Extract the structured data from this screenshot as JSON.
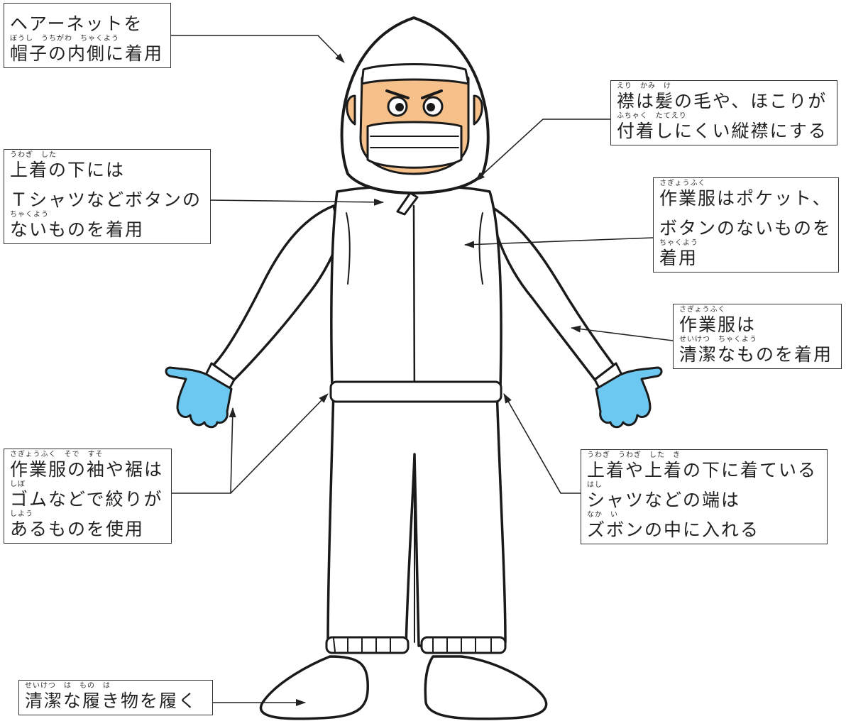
{
  "annotations": {
    "hairnet": {
      "lines": [
        {
          "ruby": "",
          "text": "ヘアーネットを"
        },
        {
          "ruby": "ぼうし　うちがわ　ちゃくよう",
          "text": "帽子の内側に着用"
        }
      ]
    },
    "collar": {
      "lines": [
        {
          "ruby": "えり　かみ　け",
          "text": "襟は髪の毛や、ほこりが"
        },
        {
          "ruby": "ふちゃく　たてえり",
          "text": "付着しにくい縦襟にする"
        }
      ]
    },
    "underwear": {
      "lines": [
        {
          "ruby": "うわぎ　した",
          "text": "上着の下には"
        },
        {
          "ruby": "",
          "text": "Ｔシャツなどボタンの"
        },
        {
          "ruby": "ちゃくよう",
          "text": "ないものを着用"
        }
      ]
    },
    "pocket": {
      "lines": [
        {
          "ruby": "さぎょうふく",
          "text": "作業服はポケット、"
        },
        {
          "ruby": "",
          "text": "ボタンのないものを"
        },
        {
          "ruby": "ちゃくよう",
          "text": "着用"
        }
      ]
    },
    "clean": {
      "lines": [
        {
          "ruby": "さぎょうふく",
          "text": "作業服は"
        },
        {
          "ruby": "せいけつ　ちゃくよう",
          "text": "清潔なものを着用"
        }
      ]
    },
    "sleeves": {
      "lines": [
        {
          "ruby": "さぎょうふく　そで　すそ",
          "text": "作業服の袖や裾は"
        },
        {
          "ruby": "しぼ",
          "text": "ゴムなどで絞りが"
        },
        {
          "ruby": "しよう",
          "text": "あるものを使用"
        }
      ]
    },
    "tuck": {
      "lines": [
        {
          "ruby": "うわぎ　うわぎ　した　き",
          "text": "上着や上着の下に着ている"
        },
        {
          "ruby": "はし",
          "text": "シャツなどの端は"
        },
        {
          "ruby": "なか　い",
          "text": "ズボンの中に入れる"
        }
      ]
    },
    "shoes": {
      "lines": [
        {
          "ruby": "せいけつ　は　もの　は",
          "text": "清潔な履き物を履く"
        }
      ]
    }
  },
  "colors": {
    "skin": "#f5c08a",
    "glove": "#6cc8f0",
    "outline": "#1a1a1a",
    "suit": "#ffffff"
  }
}
